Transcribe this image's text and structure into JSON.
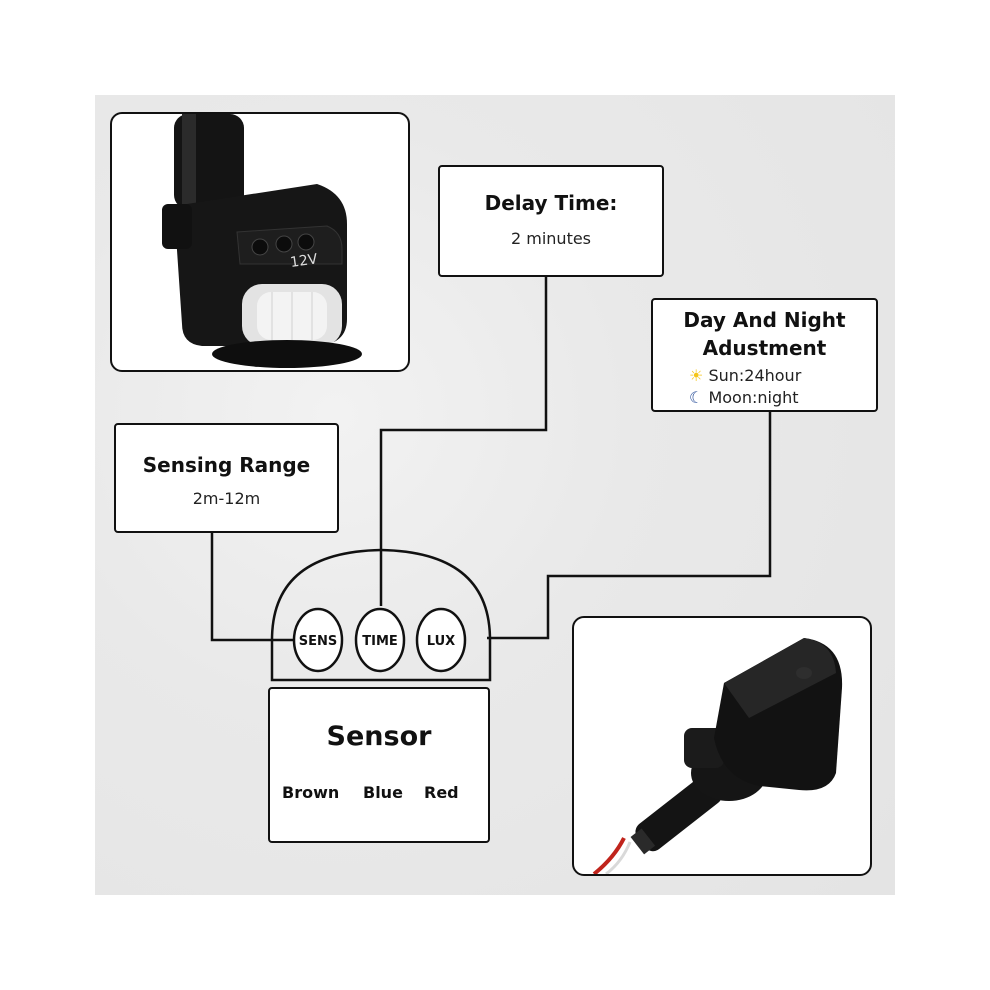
{
  "delay_box": {
    "title": "Delay Time:",
    "value": "2 minutes"
  },
  "day_night_box": {
    "title_line1": "Day And Night",
    "title_line2": "Adustment",
    "sun_text": "Sun:24hour",
    "moon_text": "Moon:night",
    "sun_icon": "sun-icon",
    "moon_icon": "moon-icon"
  },
  "sensing_box": {
    "title": "Sensing Range",
    "value": "2m-12m"
  },
  "knobs": [
    "SENS",
    "TIME",
    "LUX"
  ],
  "sensor_box": {
    "title": "Sensor",
    "wires": [
      "Brown",
      "Blue",
      "Red"
    ]
  },
  "device_label": "12V",
  "colors": {
    "border": "#111111",
    "sun": "#f5c518",
    "moon": "#2a4f9a",
    "device": "#151515",
    "wire": "#c0241c"
  }
}
